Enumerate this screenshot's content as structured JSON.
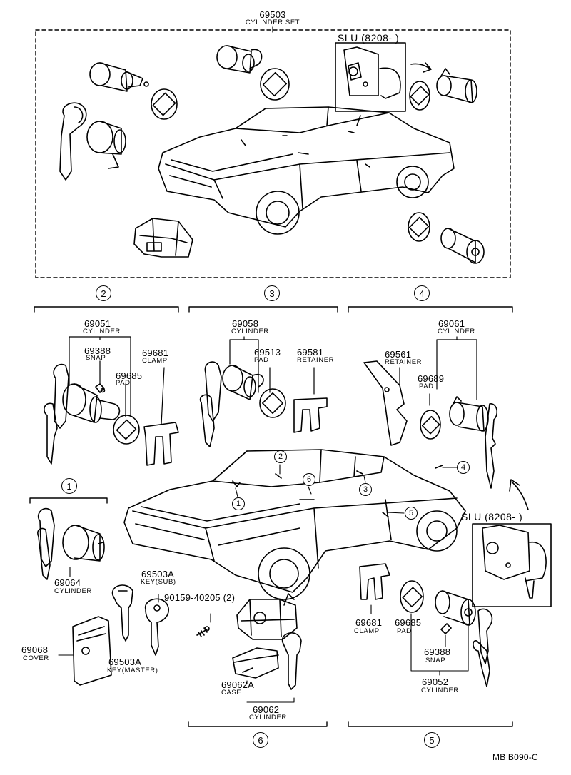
{
  "top": {
    "part_no": "69503",
    "name": "CYLINDER SET",
    "slu_note": "SLU (8208-          )"
  },
  "group_markers": [
    "1",
    "2",
    "3",
    "4",
    "5",
    "6"
  ],
  "section2": {
    "cylinder_no": "69051",
    "cylinder_name": "CYLINDER",
    "snap_no": "69388",
    "snap_name": "SNAP",
    "pad_no": "69685",
    "pad_name": "PAD",
    "clamp_no": "69681",
    "clamp_name": "CLAMP"
  },
  "section3": {
    "cylinder_no": "69058",
    "cylinder_name": "CYLINDER",
    "pad_no": "69513",
    "pad_name": "PAD",
    "retainer_no": "69581",
    "retainer_name": "RETAINER"
  },
  "section4": {
    "cylinder_no": "69061",
    "cylinder_name": "CYLINDER",
    "retainer_no": "69561",
    "retainer_name": "RETAINER",
    "pad_no": "69689",
    "pad_name": "PAD"
  },
  "section1": {
    "cylinder_no": "69064",
    "cylinder_name": "CYLINDER",
    "cover_no": "69068",
    "cover_name": "COVER"
  },
  "keys": {
    "sub_no": "69503A",
    "sub_name": "KEY(SUB)",
    "master_no": "69503A",
    "master_name": "KEY(MASTER)",
    "screw_no": "90159-40205 (2)"
  },
  "section6": {
    "case_no": "69062A",
    "case_name": "CASE",
    "cylinder_no": "69062",
    "cylinder_name": "CYLINDER"
  },
  "section5": {
    "slu_note": "SLU (8208-          )",
    "clamp_no": "69681",
    "clamp_name": "CLAMP",
    "pad_no": "69685",
    "pad_name": "PAD",
    "snap_no": "69388",
    "snap_name": "SNAP",
    "cylinder_no": "69052",
    "cylinder_name": "CYLINDER"
  },
  "footer_code": "MB  B090-C"
}
